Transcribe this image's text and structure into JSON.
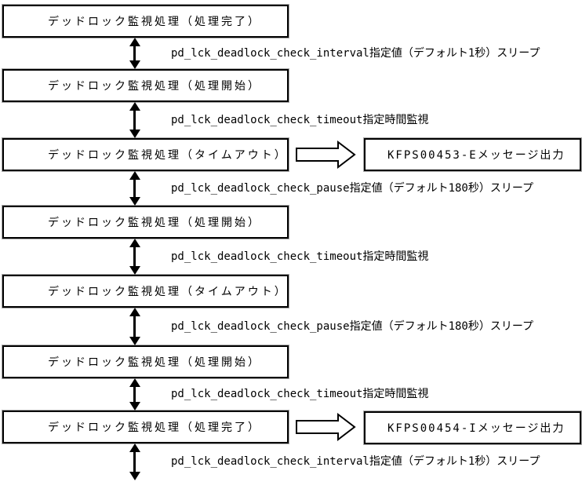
{
  "diagram": {
    "boxes": [
      {
        "label": "デッドロック監視処理（処理完了）"
      },
      {
        "label": "デッドロック監視処理（処理開始）"
      },
      {
        "label": "デッドロック監視処理（タイムアウト）"
      },
      {
        "label": "デッドロック監視処理（処理開始）"
      },
      {
        "label": "デッドロック監視処理（タイムアウト）"
      },
      {
        "label": "デッドロック監視処理（処理開始）"
      },
      {
        "label": "デッドロック監視処理（処理完了）"
      }
    ],
    "transitions": [
      {
        "label": "pd_lck_deadlock_check_interval指定値（デフォルト1秒）スリープ"
      },
      {
        "label": "pd_lck_deadlock_check_timeout指定時間監視"
      },
      {
        "label": "pd_lck_deadlock_check_pause指定値（デフォルト180秒）スリープ"
      },
      {
        "label": "pd_lck_deadlock_check_timeout指定時間監視"
      },
      {
        "label": "pd_lck_deadlock_check_pause指定値（デフォルト180秒）スリープ"
      },
      {
        "label": "pd_lck_deadlock_check_timeout指定時間監視"
      },
      {
        "label": "pd_lck_deadlock_check_interval指定値（デフォルト1秒）スリープ"
      }
    ],
    "outputs": [
      {
        "label": "KFPS00453-Eメッセージ出力",
        "from_box_index": 2
      },
      {
        "label": "KFPS00454-Iメッセージ出力",
        "from_box_index": 6
      }
    ],
    "colors": {
      "border": "#000000",
      "background": "#ffffff",
      "text": "#000000"
    }
  }
}
